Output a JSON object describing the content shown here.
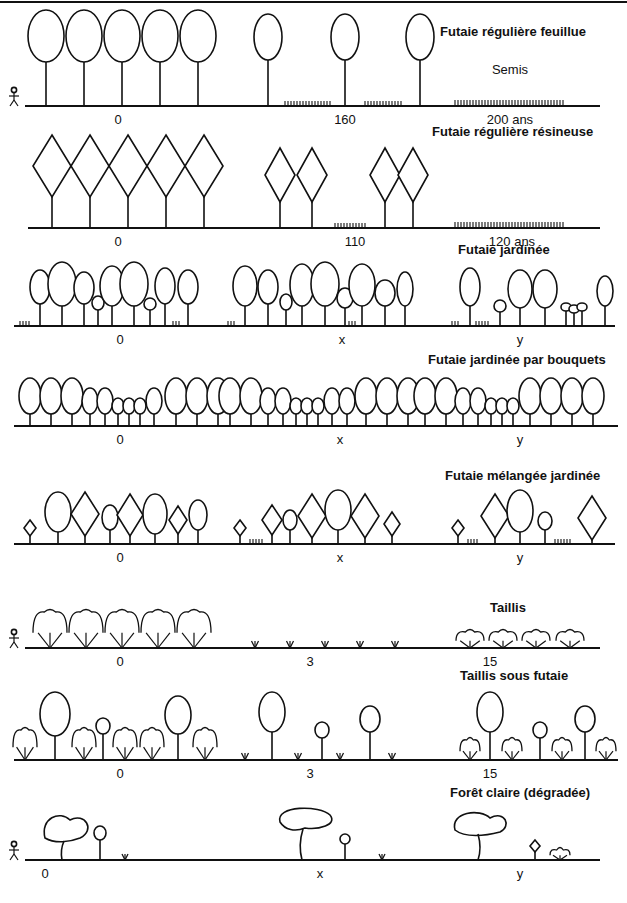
{
  "diagram": {
    "labels": [
      "Futaie régulière feuillue",
      "Semis",
      "0",
      "160",
      "200 ans",
      "Futaie régulière résineuse",
      "0",
      "110",
      "120 ans",
      "Futaie jardinée",
      "0",
      "x",
      "y",
      "Futaie jardinée par bouquets",
      "0",
      "x",
      "y",
      "Futaie mélangée jardinée",
      "0",
      "x",
      "y",
      "Taillis",
      "0",
      "3",
      "15",
      "Taillis sous futaie",
      "0",
      "3",
      "15",
      "Forêt claire (dégradée)",
      "0",
      "x",
      "y"
    ]
  }
}
